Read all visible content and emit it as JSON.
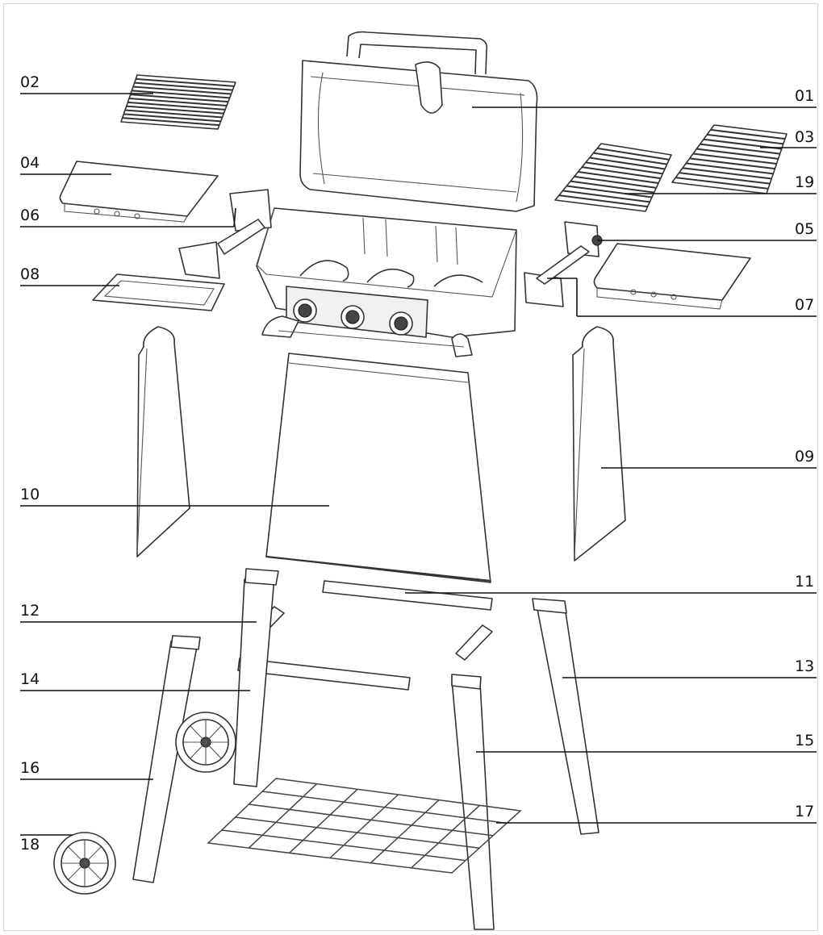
{
  "labels": {
    "p01": "01",
    "p02": "02",
    "p03": "03",
    "p04": "04",
    "p05": "05",
    "p06": "06",
    "p07": "07",
    "p08": "08",
    "p09": "09",
    "p10": "10",
    "p11": "11",
    "p12": "12",
    "p13": "13",
    "p14": "14",
    "p15": "15",
    "p16": "16",
    "p17": "17",
    "p18": "18",
    "p19": "19"
  },
  "colors": {
    "line": "#333333",
    "text": "#111111",
    "background": "#ffffff"
  }
}
